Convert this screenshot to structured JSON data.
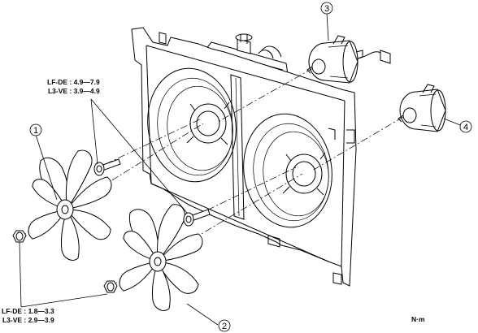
{
  "torque_upper": {
    "line1": "LF-DE : 4.9—7.9",
    "line2": "L3-VE : 3.9—4.9"
  },
  "torque_lower": {
    "line1": "LF-DE : 1.8—3.3",
    "line2": "L3-VE : 2.9—3.9"
  },
  "unit": "N·m",
  "callouts": {
    "c1": "1",
    "c2": "2",
    "c3": "3",
    "c4": "4"
  }
}
